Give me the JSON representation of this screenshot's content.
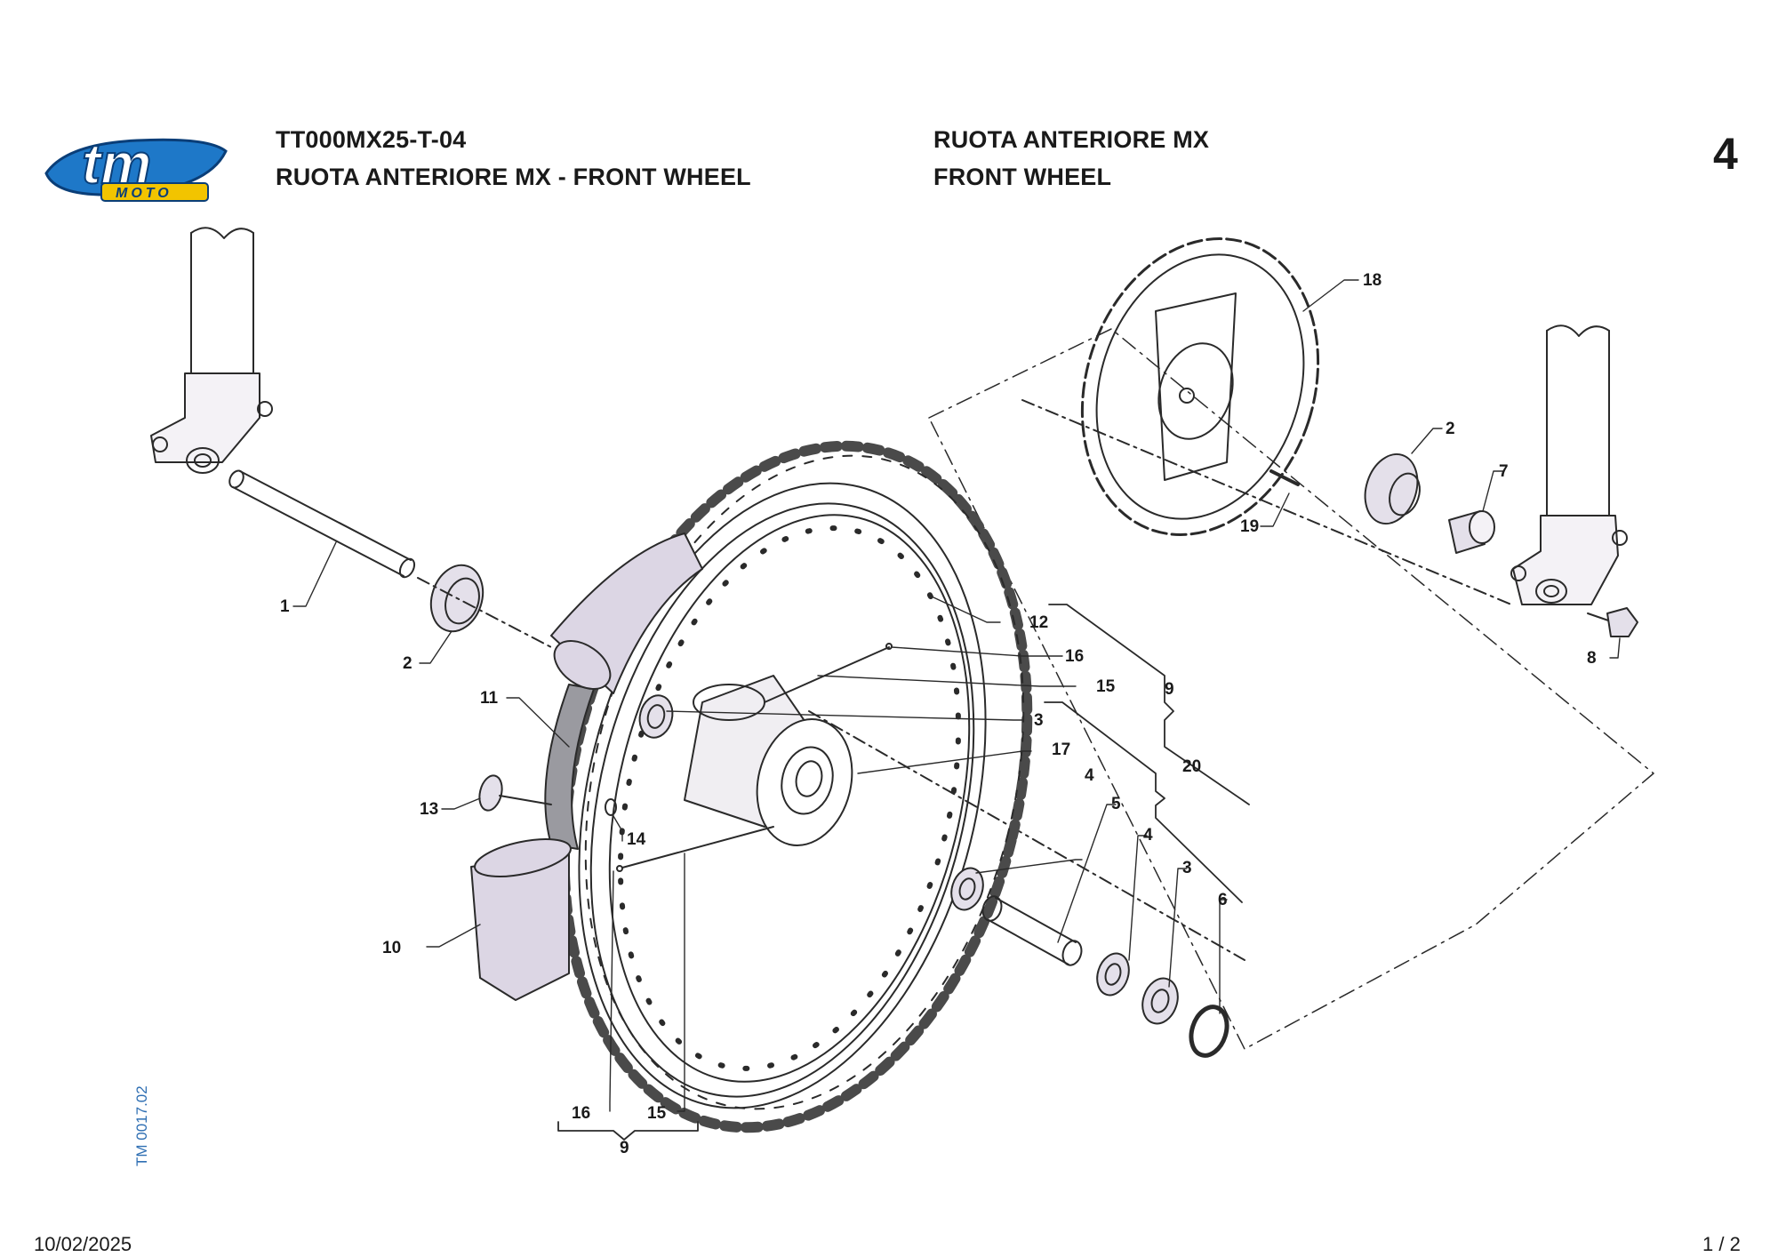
{
  "logo": {
    "main_text": "tm",
    "sub_text": "MOTO",
    "color": "#1e78c8",
    "sub_color": "#f2c400"
  },
  "header": {
    "code": "TT000MX25-T-04",
    "subtitle_it_en": "RUOTA ANTERIORE MX - FRONT WHEEL",
    "title_it": "RUOTA ANTERIORE MX",
    "title_en": "FRONT WHEEL",
    "page_number": "4"
  },
  "side_code": "TM 0017.02",
  "footer": {
    "date": "10/02/2025",
    "page": "1 / 2"
  },
  "callouts": {
    "c1": "1",
    "c2a": "2",
    "c2b": "2",
    "c3a": "3",
    "c3b": "3",
    "c4a": "4",
    "c4b": "4",
    "c5": "5",
    "c6": "6",
    "c7": "7",
    "c8": "8",
    "c9a": "9",
    "c9b": "9",
    "c10": "10",
    "c11": "11",
    "c12": "12",
    "c13": "13",
    "c14": "14",
    "c15a": "15",
    "c15b": "15",
    "c16a": "16",
    "c16b": "16",
    "c17": "17",
    "c18": "18",
    "c19": "19",
    "c20": "20"
  },
  "colors": {
    "line": "#2a2a2a",
    "part_fill": "#e4e0ea",
    "tube_fill": "#dcd6e4"
  }
}
